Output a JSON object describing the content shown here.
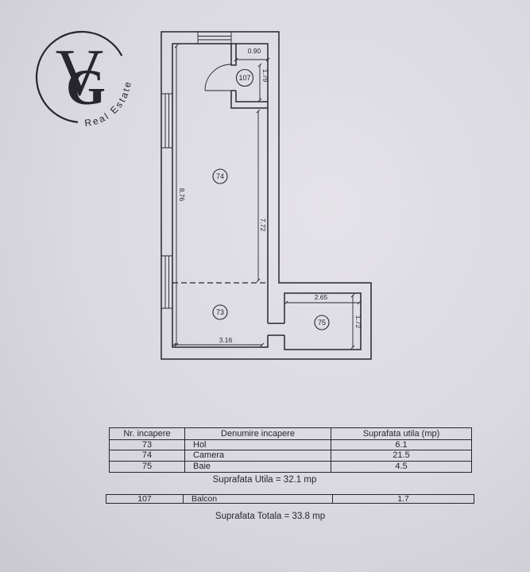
{
  "logo": {
    "letter_v": "V",
    "letter_g": "G",
    "tagline": "Real Estate"
  },
  "plan": {
    "room_numbers": [
      "107",
      "74",
      "73",
      "75"
    ],
    "dimensions": [
      "0.90",
      "1.79",
      "8.76",
      "7.72",
      "2.65",
      "1.72",
      "3.16"
    ]
  },
  "rooms_table": {
    "headers": [
      "Nr. incapere",
      "Denumire incapere",
      "Suprafata utila (mp)"
    ],
    "rows": [
      [
        "73",
        "Hol",
        "6.1"
      ],
      [
        "74",
        "Camera",
        "21.5"
      ],
      [
        "75",
        "Baie",
        "4.5"
      ]
    ]
  },
  "useful_area_line": "Suprafata Utila = 32.1 mp",
  "balcony_table": {
    "rows": [
      [
        "107",
        "Balcon",
        "1.7"
      ]
    ]
  },
  "total_area_line": "Suprafata Totala = 33.8 mp",
  "colors": {
    "paper": "#dad8e0",
    "ink": "#26262d"
  }
}
